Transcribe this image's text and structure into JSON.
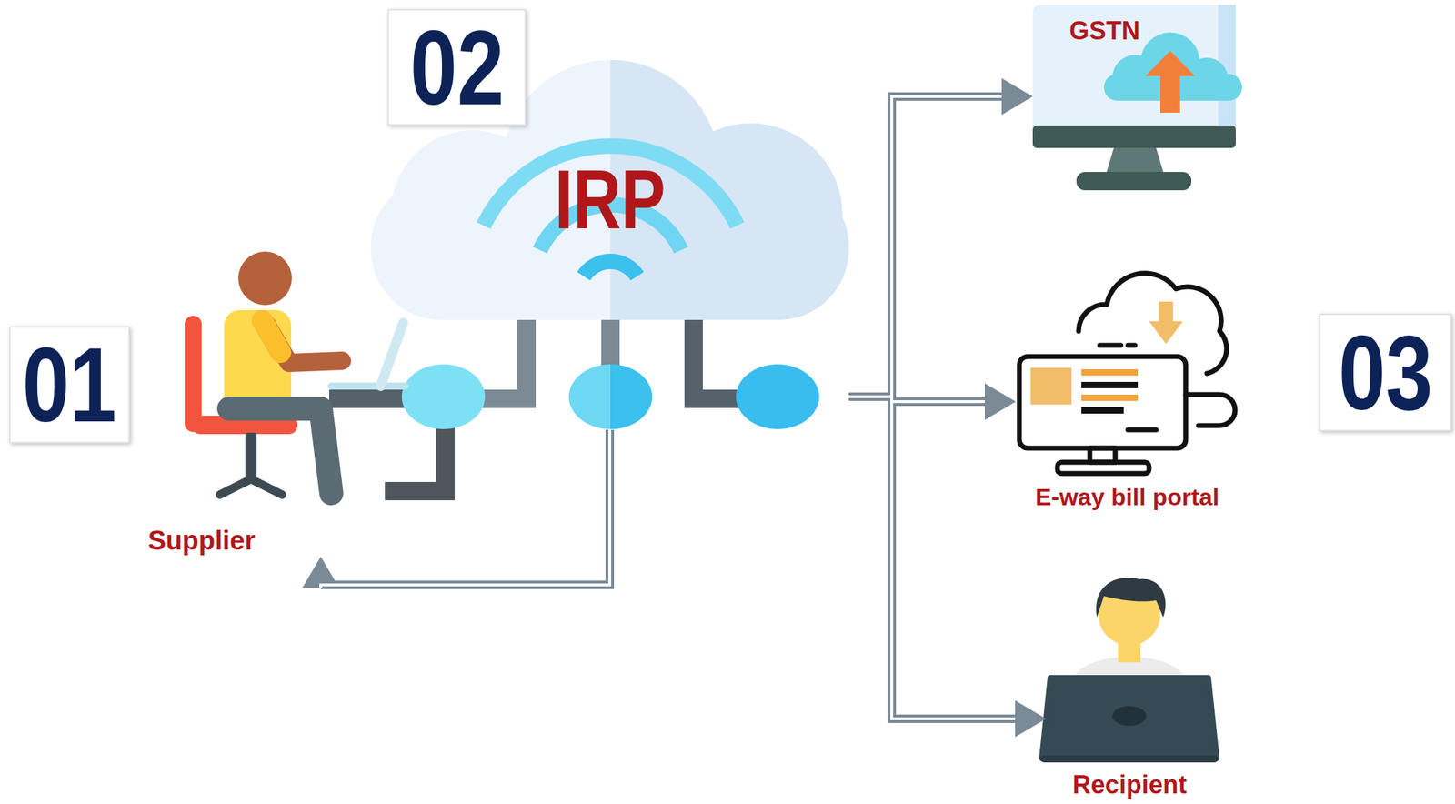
{
  "diagram": {
    "nodes": [
      {
        "text": [
          "Supplier"
        ]
      },
      {
        "text": [
          "IRP"
        ]
      },
      {
        "text": [
          "GSTN"
        ]
      },
      {
        "text": [
          "E-way bill portal"
        ]
      },
      {
        "text": [
          "Recipient"
        ]
      }
    ],
    "edges": [
      {
        "from": 1,
        "to": 0,
        "arrow": "to"
      },
      {
        "from": 1,
        "to": 2,
        "arrow": "to"
      },
      {
        "from": 1,
        "to": 3,
        "arrow": "to"
      },
      {
        "from": 1,
        "to": 4,
        "arrow": "to"
      }
    ],
    "labels": [
      "01",
      "02",
      "03"
    ]
  }
}
